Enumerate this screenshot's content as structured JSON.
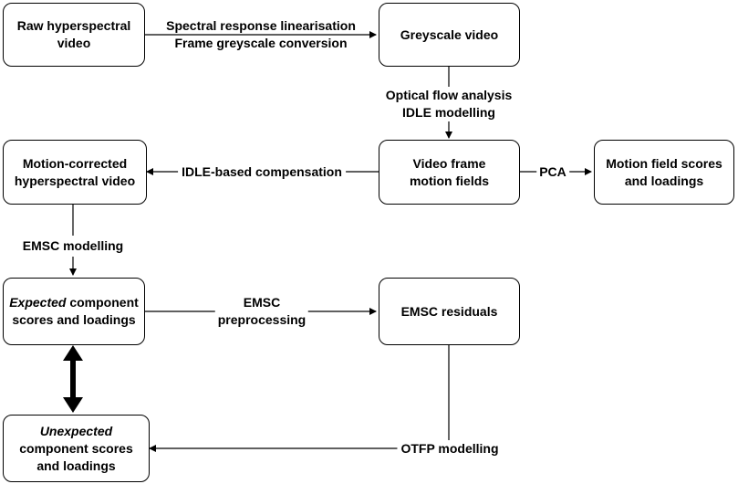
{
  "nodes": {
    "raw": {
      "line1": "Raw hyperspectral",
      "line2": "video"
    },
    "grey": {
      "line1": "Greyscale video"
    },
    "motion": {
      "line1": "Motion-corrected",
      "line2": "hyperspectral video"
    },
    "fields": {
      "line1": "Video frame",
      "line2": "motion fields"
    },
    "scores": {
      "line1": "Motion field scores",
      "line2": "and loadings"
    },
    "expected": {
      "italic": "Expected",
      "rest": " component",
      "line2": "scores and loadings"
    },
    "residuals": {
      "line1": "EMSC residuals"
    },
    "unexpected": {
      "italic": "Unexpected",
      "line2": "component scores",
      "line3": "and loadings"
    }
  },
  "edges": {
    "raw_grey": {
      "line1": "Spectral response linearisation",
      "line2": "Frame greyscale conversion"
    },
    "grey_fields": {
      "line1": "Optical flow analysis",
      "line2": "IDLE modelling"
    },
    "fields_motion": {
      "line1": "IDLE-based compensation"
    },
    "fields_scores": {
      "line1": "PCA"
    },
    "motion_expected": {
      "line1": "EMSC modelling"
    },
    "expected_residuals": {
      "line1": "EMSC",
      "line2": "preprocessing"
    },
    "residuals_unexpected": {
      "line1": "OTFP modelling"
    }
  }
}
